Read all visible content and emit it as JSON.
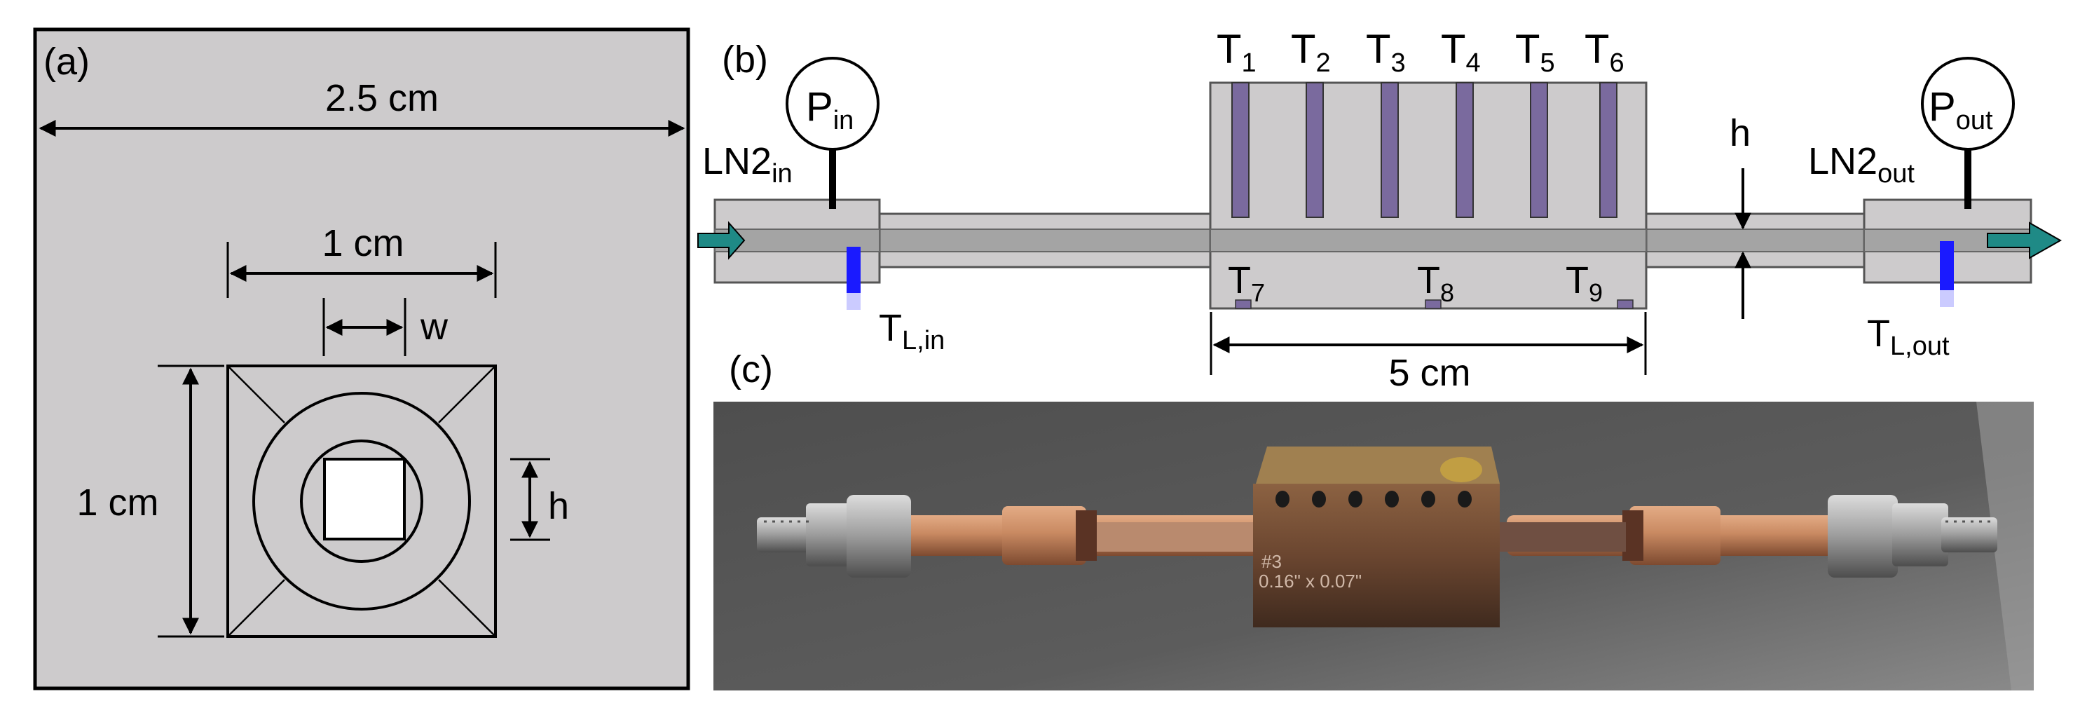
{
  "panel_a": {
    "tag": "(a)",
    "outer_dim": "2.5 cm",
    "inner_width_dim": "1 cm",
    "inner_height_dim": "1 cm",
    "channel_width_label": "w",
    "channel_height_label": "h"
  },
  "panel_b": {
    "tag": "(b)",
    "inlet_fluid": "LN2",
    "inlet_fluid_sub": "in",
    "outlet_fluid": "LN2",
    "outlet_fluid_sub": "out",
    "inlet_pressure": "P",
    "inlet_pressure_sub": "in",
    "outlet_pressure": "P",
    "outlet_pressure_sub": "out",
    "inlet_liquid_temp": "T",
    "inlet_liquid_temp_sub": "L,in",
    "outlet_liquid_temp": "T",
    "outlet_liquid_temp_sub": "L,out",
    "height_label": "h",
    "block_length": "5 cm",
    "top_sensors": [
      {
        "main": "T",
        "sub": "1"
      },
      {
        "main": "T",
        "sub": "2"
      },
      {
        "main": "T",
        "sub": "3"
      },
      {
        "main": "T",
        "sub": "4"
      },
      {
        "main": "T",
        "sub": "5"
      },
      {
        "main": "T",
        "sub": "6"
      }
    ],
    "bottom_sensors": [
      {
        "main": "T",
        "sub": "7"
      },
      {
        "main": "T",
        "sub": "8"
      },
      {
        "main": "T",
        "sub": "9"
      }
    ]
  },
  "panel_c": {
    "tag": "(c)",
    "block_engraving_line1": "#3",
    "block_engraving_line2": "0.16\" x 0.07\""
  },
  "colors": {
    "panel_bg": "#cdcbcc",
    "pipe_inner": "#a4a4a4",
    "sensor_purple": "#7a6a9e",
    "sensor_blue": "#1a1aff",
    "arrow_teal": "#1f8a86",
    "photo_bg": "#5a5a5a",
    "copper": "#c98a62",
    "steel": "#9c9c9c"
  }
}
